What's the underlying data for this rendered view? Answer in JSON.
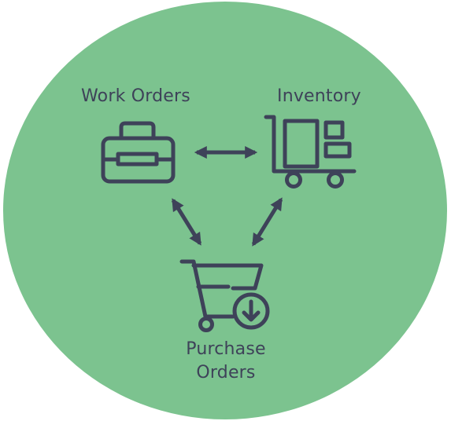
{
  "colors": {
    "circle_fill": "#7cc38f",
    "ink": "#3e4259"
  },
  "nodes": {
    "work_orders": {
      "label": "Work Orders",
      "icon": "toolbox-icon"
    },
    "inventory": {
      "label": "Inventory",
      "icon": "inventory-cart-icon"
    },
    "purchase_orders": {
      "label_line1": "Purchase",
      "label_line2": "Orders",
      "icon": "shopping-cart-download-icon"
    }
  },
  "connections": [
    {
      "from": "work_orders",
      "to": "inventory",
      "direction": "both"
    },
    {
      "from": "work_orders",
      "to": "purchase_orders",
      "direction": "both"
    },
    {
      "from": "inventory",
      "to": "purchase_orders",
      "direction": "both"
    }
  ]
}
